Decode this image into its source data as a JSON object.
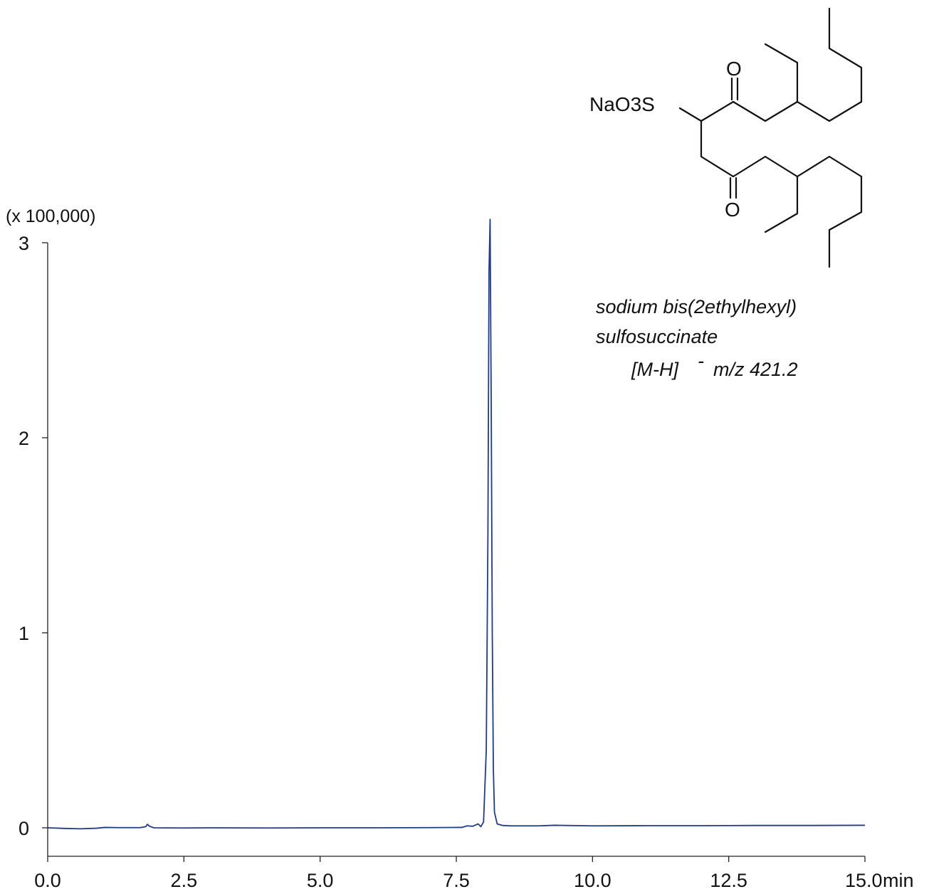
{
  "chart_data": {
    "type": "line",
    "title": "",
    "xlabel": "",
    "ylabel": "",
    "x_unit_label": "min",
    "y_unit_label": "(x 100,000)",
    "xlim": [
      0.0,
      15.0
    ],
    "ylim": [
      0,
      3
    ],
    "x_ticks": [
      "0.0",
      "2.5",
      "5.0",
      "7.5",
      "10.0",
      "12.5",
      "15.0"
    ],
    "y_ticks": [
      "0",
      "1",
      "2",
      "3"
    ],
    "line_color": "#1f3a93",
    "grid": false,
    "series": [
      {
        "x": [
          0.0,
          0.3,
          0.6,
          0.9,
          1.05,
          1.3,
          1.7,
          1.8,
          1.83,
          1.87,
          1.95,
          2.5,
          3.0,
          4.0,
          5.0,
          6.0,
          7.0,
          7.6,
          7.7,
          7.8,
          7.9,
          7.95,
          8.0,
          8.05,
          8.08,
          8.1,
          8.12,
          8.14,
          8.16,
          8.18,
          8.2,
          8.25,
          8.35,
          8.5,
          9.0,
          9.3,
          10.0,
          11.0,
          12.0,
          13.0,
          14.0,
          15.0
        ],
        "y": [
          0.0,
          -0.003,
          -0.005,
          -0.002,
          0.002,
          0.001,
          0.001,
          0.006,
          0.018,
          0.008,
          0.0,
          -0.001,
          0.0,
          -0.001,
          0.0,
          0.0,
          0.001,
          0.002,
          0.01,
          0.008,
          0.02,
          0.006,
          0.03,
          0.4,
          1.5,
          2.85,
          3.12,
          2.2,
          1.0,
          0.3,
          0.08,
          0.02,
          0.012,
          0.01,
          0.01,
          0.013,
          0.01,
          0.011,
          0.011,
          0.012,
          0.012,
          0.013
        ]
      }
    ]
  },
  "structure": {
    "substituent": "NaO3S",
    "oxygen_top": "O",
    "oxygen_bottom": "O"
  },
  "compound": {
    "name_line1": "sodium bis(2ethylhexyl)",
    "name_line2": "sulfosuccinate",
    "ion_label": "[M-H]",
    "ion_charge": "-",
    "mz_label": "m/z 421.2"
  }
}
